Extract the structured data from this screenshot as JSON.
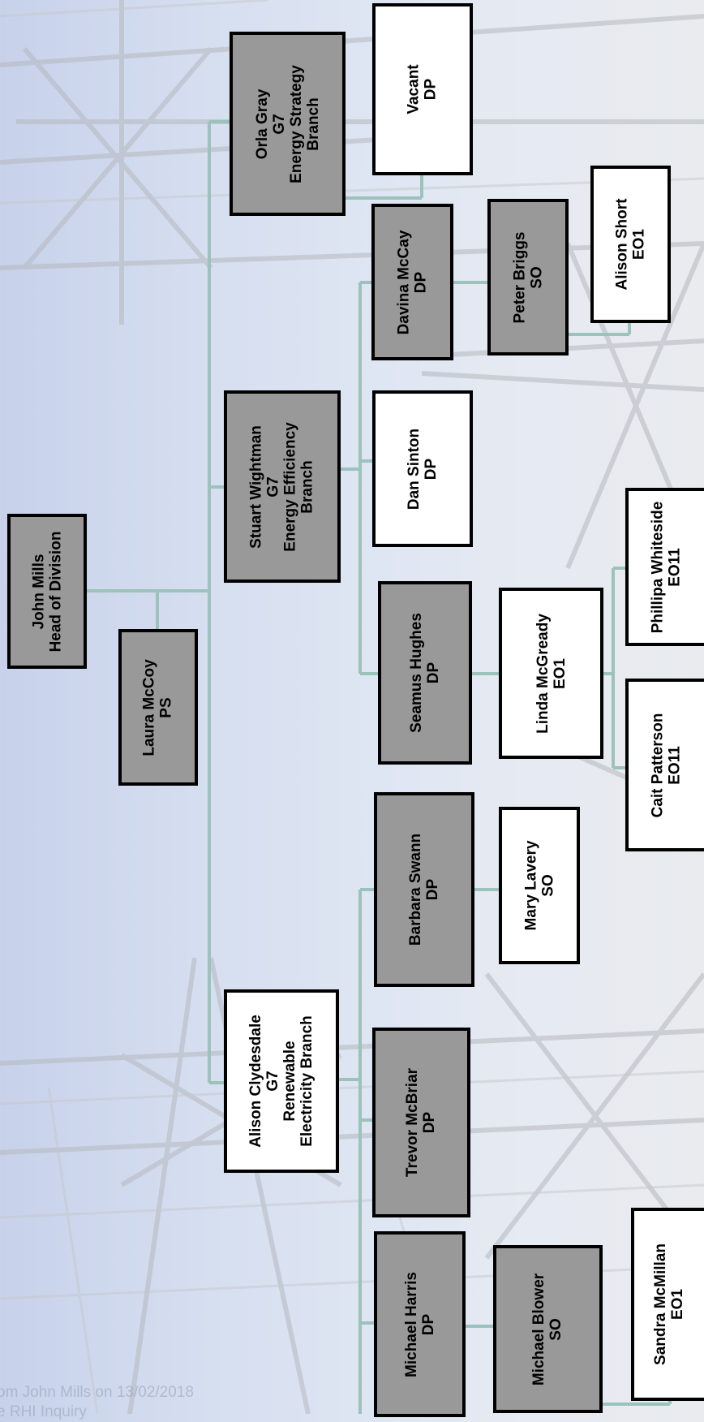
{
  "chart": {
    "nodes": [
      {
        "id": "john-mills",
        "style": "gray",
        "lines": [
          "John Mills",
          "Head of Division"
        ]
      },
      {
        "id": "laura-mccoy",
        "style": "gray",
        "lines": [
          "Laura McCoy",
          "PS"
        ]
      },
      {
        "id": "orla-gray",
        "style": "gray",
        "lines": [
          "Orla Gray",
          "G7",
          "Energy Strategy",
          "Branch"
        ]
      },
      {
        "id": "stuart-wightman",
        "style": "gray",
        "lines": [
          "Stuart Wightman",
          "G7",
          "Energy Efficiency",
          "Branch"
        ]
      },
      {
        "id": "alison-clydesdale",
        "style": "white",
        "lines": [
          "Alison Clydesdale",
          "G7",
          "Renewable",
          "Electricity Branch"
        ]
      },
      {
        "id": "vacant",
        "style": "white",
        "lines": [
          "Vacant",
          "DP"
        ]
      },
      {
        "id": "davina-mccay",
        "style": "gray",
        "lines": [
          "Davina McCay",
          "DP"
        ]
      },
      {
        "id": "dan-sinton",
        "style": "white",
        "lines": [
          "Dan Sinton",
          "DP"
        ]
      },
      {
        "id": "seamus-hughes",
        "style": "gray",
        "lines": [
          "Seamus Hughes",
          "DP"
        ]
      },
      {
        "id": "barbara-swann",
        "style": "gray",
        "lines": [
          "Barbara Swann",
          "DP"
        ]
      },
      {
        "id": "trevor-mcbriar",
        "style": "gray",
        "lines": [
          "Trevor McBriar",
          "DP"
        ]
      },
      {
        "id": "michael-harris",
        "style": "gray",
        "lines": [
          "Michael Harris",
          "DP"
        ]
      },
      {
        "id": "peter-briggs",
        "style": "gray",
        "lines": [
          "Peter Briggs",
          "SO"
        ]
      },
      {
        "id": "alison-short",
        "style": "white",
        "lines": [
          "Alison Short",
          "EO1"
        ]
      },
      {
        "id": "linda-mcgready",
        "style": "white",
        "lines": [
          "Linda McGready",
          "EO1"
        ]
      },
      {
        "id": "phillipa-whiteside",
        "style": "white",
        "lines": [
          "Phillipa Whiteside",
          "EO11"
        ]
      },
      {
        "id": "cait-patterson",
        "style": "white",
        "lines": [
          "Cait Patterson",
          "EO11"
        ]
      },
      {
        "id": "mary-lavery",
        "style": "white",
        "lines": [
          "Mary  Lavery",
          "SO"
        ]
      },
      {
        "id": "michael-blower",
        "style": "gray",
        "lines": [
          "Michael Blower",
          "SO"
        ]
      },
      {
        "id": "sandra-mcmillan",
        "style": "white",
        "lines": [
          "Sandra McMillan",
          "EO1"
        ]
      }
    ],
    "watermark": [
      "om John Mills on 13/02/2018",
      "e RHI Inquiry"
    ],
    "colors": {
      "connector": "#9cc2bc",
      "gray_box": "#999999",
      "white_box": "#ffffff",
      "border": "#000000"
    }
  }
}
